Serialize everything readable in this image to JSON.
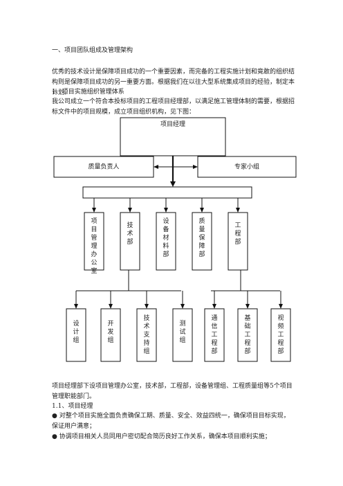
{
  "section_heading": "一、项目团队组成及管理架构",
  "intro_para": "优秀的技术设计是保障项目成功的一个重要因素，而完备的工程实施计划和竟敢的组织结构则是保障项目成功的另一重要方面。根据我们在以往大型系统集成项目的经验，制定本计划。",
  "sub_heading_1": "1、项目实施组织管理体系",
  "org_para": "我公司成立一个符合本投标项目的工程项目经理部，以满足施工管理体制的需要，根据招标文件中的项目规模，成立项目组织机构，见下图：",
  "org_chart": {
    "top": "项目经理",
    "left_side": "质量负责人",
    "right_side": "专家小组",
    "departments": [
      "项目管理办公室",
      "技术部",
      "设备材料部",
      "质量保障部",
      "工程部"
    ],
    "groups": [
      "设计组",
      "开发组",
      "技术支持组",
      "测试组",
      "通信工程部",
      "基础工程部",
      "视频工程部"
    ]
  },
  "summary_para": "项目经理部下设项目管理办公室，技术部，工程部，设备管理组、工程质量组等5个项目管理职能部门。",
  "sub_heading_2": "1.1、项目经理",
  "bullets": [
    "● 对整个项目实施全面负责确保工期、质量、安全、效益四统一，确保项目目标实现，保证用户满意；",
    "● 协调项目相关人员同用户密切配合简历良好工作关系，确保本项目顺利实施；"
  ]
}
